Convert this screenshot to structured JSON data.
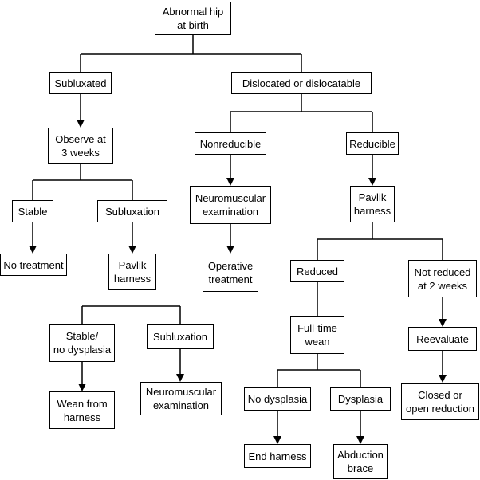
{
  "nodes": {
    "abnormal_hip": "Abnormal hip\nat birth",
    "subluxated": "Subluxated",
    "dislocated": "Dislocated or dislocatable",
    "observe": "Observe at\n3 weeks",
    "nonreducible": "Nonreducible",
    "reducible": "Reducible",
    "stable": "Stable",
    "subluxation_1": "Subluxation",
    "neuromuscular_1": "Neuromuscular\nexamination",
    "pavlik_1": "Pavlik\nharness",
    "no_treatment": "No treatment",
    "pavlik_2": "Pavlik\nharness",
    "operative": "Operative\ntreatment",
    "reduced": "Reduced",
    "not_reduced": "Not reduced\nat 2 weeks",
    "stable_no_dysplasia": "Stable/\nno dysplasia",
    "subluxation_2": "Subluxation",
    "fulltime_wean": "Full-time\nwean",
    "reevaluate": "Reevaluate",
    "wean_from_harness": "Wean from\nharness",
    "neuromuscular_2": "Neuromuscular\nexamination",
    "no_dysplasia": "No dysplasia",
    "dysplasia": "Dysplasia",
    "closed_open": "Closed or\nopen reduction",
    "end_harness": "End harness",
    "abduction_brace": "Abduction\nbrace"
  },
  "colors": {
    "line": "#000000",
    "box_border": "#000000",
    "text": "#000000",
    "background": "#ffffff"
  }
}
